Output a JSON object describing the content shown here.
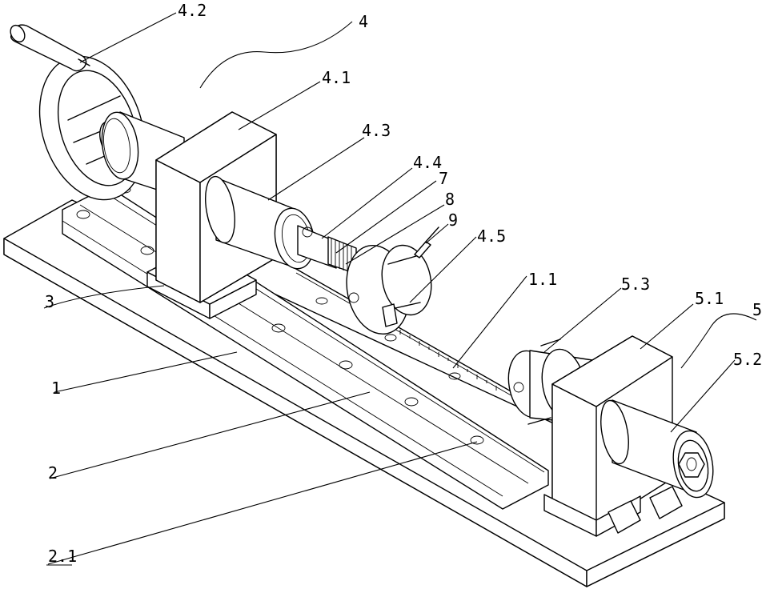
{
  "figure": {
    "title": "",
    "colors": {
      "stroke": "#000000",
      "background": "#ffffff"
    }
  },
  "labels": {
    "l_4_2": "4.2",
    "l_4": "4",
    "l_4_1": "4.1",
    "l_4_3": "4.3",
    "l_4_4": "4.4",
    "l_7": "7",
    "l_8": "8",
    "l_9": "9",
    "l_4_5": "4.5",
    "l_1_1": "1.1",
    "l_5_3": "5.3",
    "l_5_1": "5.1",
    "l_5": "5",
    "l_5_2": "5.2",
    "l_3": "3",
    "l_1": "1",
    "l_2": "2",
    "l_2_1": "2.1"
  }
}
